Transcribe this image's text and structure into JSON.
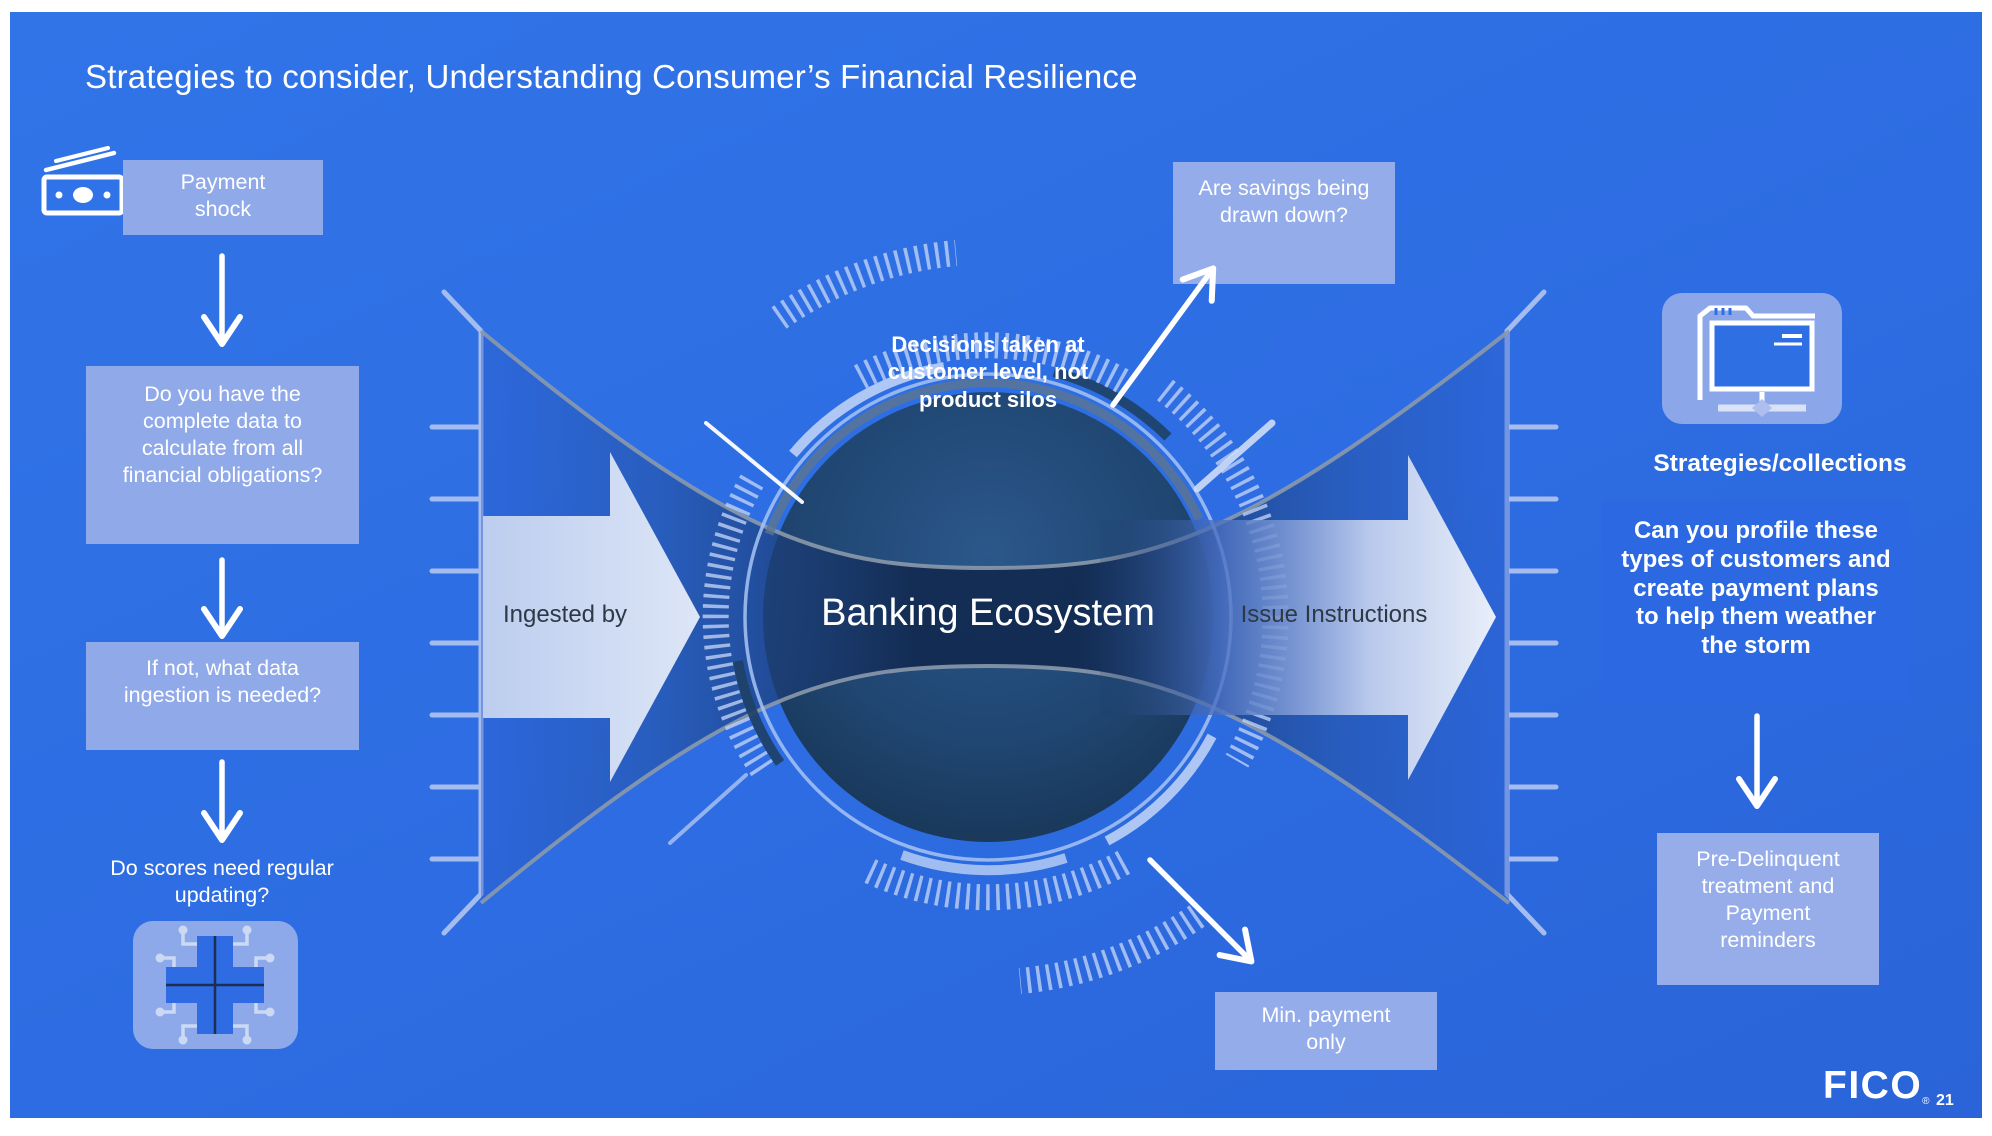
{
  "slide": {
    "title": "Strategies to consider, Understanding Consumer’s Financial Resilience",
    "logo": "FICO",
    "reg_mark": "®",
    "page_number": "21",
    "colors": {
      "background": "#2d6ce2",
      "light_box": "#90a9e8",
      "profile_box": "#2b68e2",
      "circle_navy": "#1d3f6a",
      "arrow_light": "#c9d6f1",
      "text_dark": "#2e3945"
    }
  },
  "left_flow": {
    "payment_shock": "Payment shock",
    "complete_data_question": "Do you have the complete data to calculate from all financial obligations?",
    "ingestion_question": "If not, what data ingestion is needed?",
    "scores_question": "Do scores need regular updating?",
    "icons": {
      "money": "cash-icon",
      "circuit": "circuit-cross-icon"
    }
  },
  "center": {
    "ingested_label": "Ingested by",
    "issue_label": "Issue Instructions",
    "circle_note": "Decisions taken at customer level, not product silos",
    "circle_title": "Banking Ecosystem",
    "savings_question": "Are savings being drawn down?",
    "min_payment": "Min. payment only"
  },
  "right_flow": {
    "strategies_label": "Strategies/collections",
    "profile_question": "Can you profile these types of customers and create payment plans to help them weather the storm",
    "predelinquent": "Pre-Delinquent treatment and Payment reminders",
    "icons": {
      "monitor": "monitor-network-icon"
    }
  }
}
